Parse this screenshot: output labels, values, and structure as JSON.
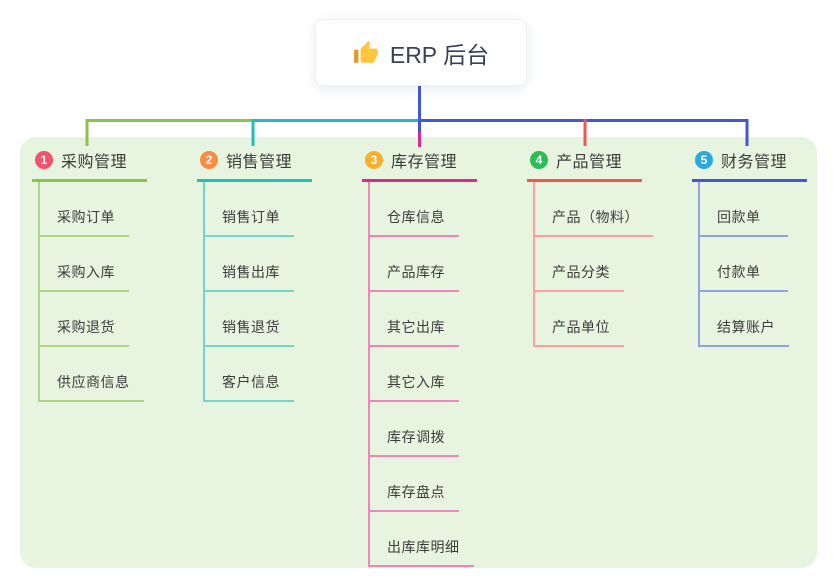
{
  "root": {
    "label": "ERP 后台",
    "icon": "thumbs-up-icon"
  },
  "colors": {
    "panel_bg": "#e6f4e0",
    "root_connector": "#4456d4",
    "text_dark": "#3c3c3c",
    "root_text": "#3a4156"
  },
  "branches": [
    {
      "num": "1",
      "label": "采购管理",
      "line_color": "#8cc34b",
      "child_line_color": "#aed584",
      "badge_color": "#f45170",
      "children": [
        "采购订单",
        "采购入库",
        "采购退货",
        "供应商信息"
      ]
    },
    {
      "num": "2",
      "label": "销售管理",
      "line_color": "#1fc0b3",
      "child_line_color": "#74d4ca",
      "badge_color": "#fb8b3f",
      "children": [
        "销售订单",
        "销售出库",
        "销售退货",
        "客户信息"
      ]
    },
    {
      "num": "3",
      "label": "库存管理",
      "line_color": "#d62e88",
      "child_line_color": "#f184bb",
      "badge_color": "#fbaf2c",
      "children": [
        "仓库信息",
        "产品库存",
        "其它出库",
        "其它入库",
        "库存调拨",
        "库存盘点",
        "出库库明细"
      ]
    },
    {
      "num": "4",
      "label": "产品管理",
      "line_color": "#f85352",
      "child_line_color": "#f9a29e",
      "badge_color": "#2dbd57",
      "children": [
        "产品（物料）",
        "产品分类",
        "产品单位"
      ]
    },
    {
      "num": "5",
      "label": "财务管理",
      "line_color": "#4456d4",
      "child_line_color": "#8da4e4",
      "badge_color": "#2aa9e0",
      "children": [
        "回款单",
        "付款单",
        "结算账户"
      ]
    }
  ]
}
